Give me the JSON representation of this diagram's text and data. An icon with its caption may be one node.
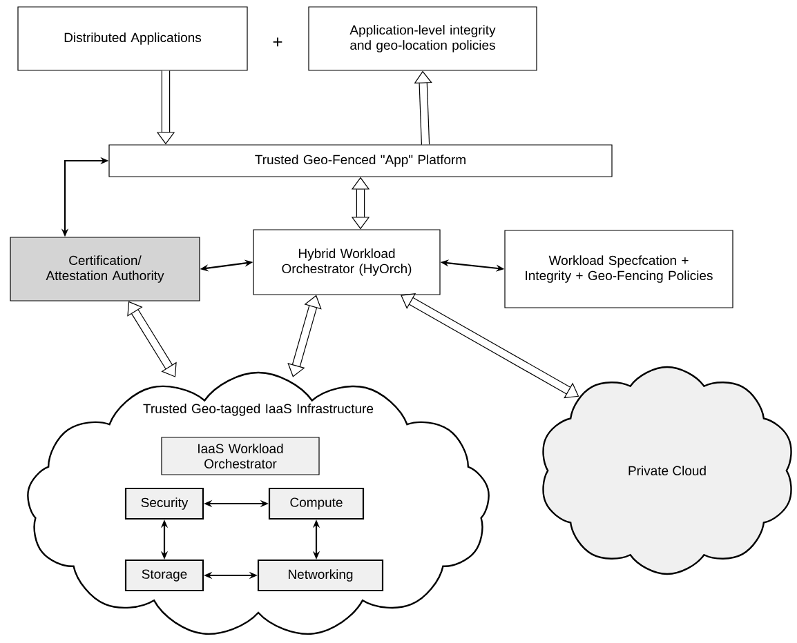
{
  "diagram": {
    "nodes": [
      {
        "text": [
          "Distributed Applications"
        ]
      },
      {
        "text": [
          "Application-level integrity and geo-location policies"
        ]
      },
      {
        "text": [
          "Trusted Geo-Fenced \"App\" Platform"
        ]
      },
      {
        "text": [
          "Certification/ Attestation Authority"
        ]
      },
      {
        "text": [
          "Hybrid Workload Orchestrator (HyOrch)"
        ]
      },
      {
        "text": [
          "Workload Specfcation + Integrity + Geo-Fencing Policies"
        ]
      },
      {
        "text": [
          "Trusted Geo-tagged IaaS Infrastructure"
        ]
      },
      {
        "text": [
          "IaaS Workload Orchestrator"
        ],
        "in": 6
      },
      {
        "text": [
          "Security"
        ],
        "in": 6
      },
      {
        "text": [
          "Compute"
        ],
        "in": 6
      },
      {
        "text": [
          "Storage"
        ],
        "in": 6
      },
      {
        "text": [
          "Networking"
        ],
        "in": 6
      },
      {
        "text": [
          "Private Cloud"
        ]
      }
    ],
    "edges": [
      {
        "from": 0,
        "to": 2,
        "arrow": "to",
        "style": "thick"
      },
      {
        "from": 2,
        "to": 1,
        "arrow": "to",
        "style": "thick"
      },
      {
        "from": 3,
        "to": 2,
        "arrow": "both"
      },
      {
        "from": 2,
        "to": 4,
        "arrow": "both",
        "style": "thick"
      },
      {
        "from": 3,
        "to": 4,
        "arrow": "both"
      },
      {
        "from": 4,
        "to": 5,
        "arrow": "both"
      },
      {
        "from": 3,
        "to": 6,
        "arrow": "both",
        "style": "thick"
      },
      {
        "from": 4,
        "to": 6,
        "arrow": "both",
        "style": "thick"
      },
      {
        "from": 4,
        "to": 12,
        "arrow": "both",
        "style": "thick"
      },
      {
        "from": 8,
        "to": 9,
        "arrow": "both"
      },
      {
        "from": 8,
        "to": 10,
        "arrow": "both"
      },
      {
        "from": 9,
        "to": 11,
        "arrow": "both"
      },
      {
        "from": 10,
        "to": 11,
        "arrow": "both"
      }
    ],
    "labels": [
      "+"
    ]
  }
}
